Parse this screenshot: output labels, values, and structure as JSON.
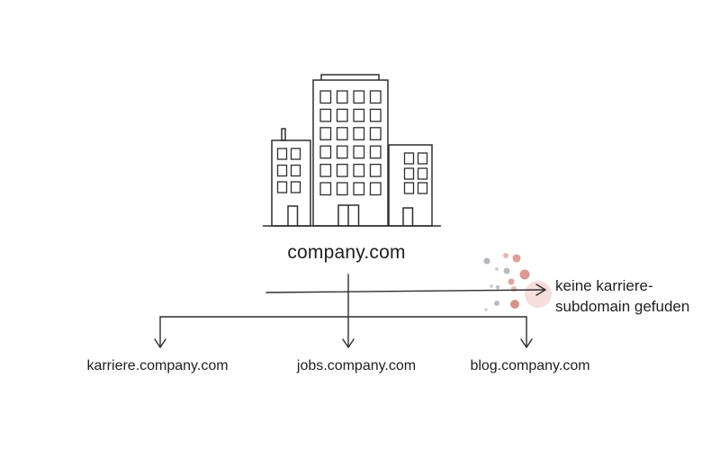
{
  "page": {
    "background": "#ffffff"
  },
  "diagram": {
    "root": {
      "label": "company.com",
      "icon": "office-building"
    },
    "subdomains": [
      {
        "label": "karriere.company.com"
      },
      {
        "label": "jobs.company.com"
      },
      {
        "label": "blog.company.com"
      }
    ],
    "annotation": {
      "line1": "keine karriere-",
      "line2": "subdomain gefuden"
    }
  },
  "colors": {
    "line": "#2e2e2e",
    "text": "#1f1f1f",
    "dot_salmon": "#cf7f74",
    "dot_gray": "#a5abb3",
    "dot_halo": "#f0c9c3"
  }
}
